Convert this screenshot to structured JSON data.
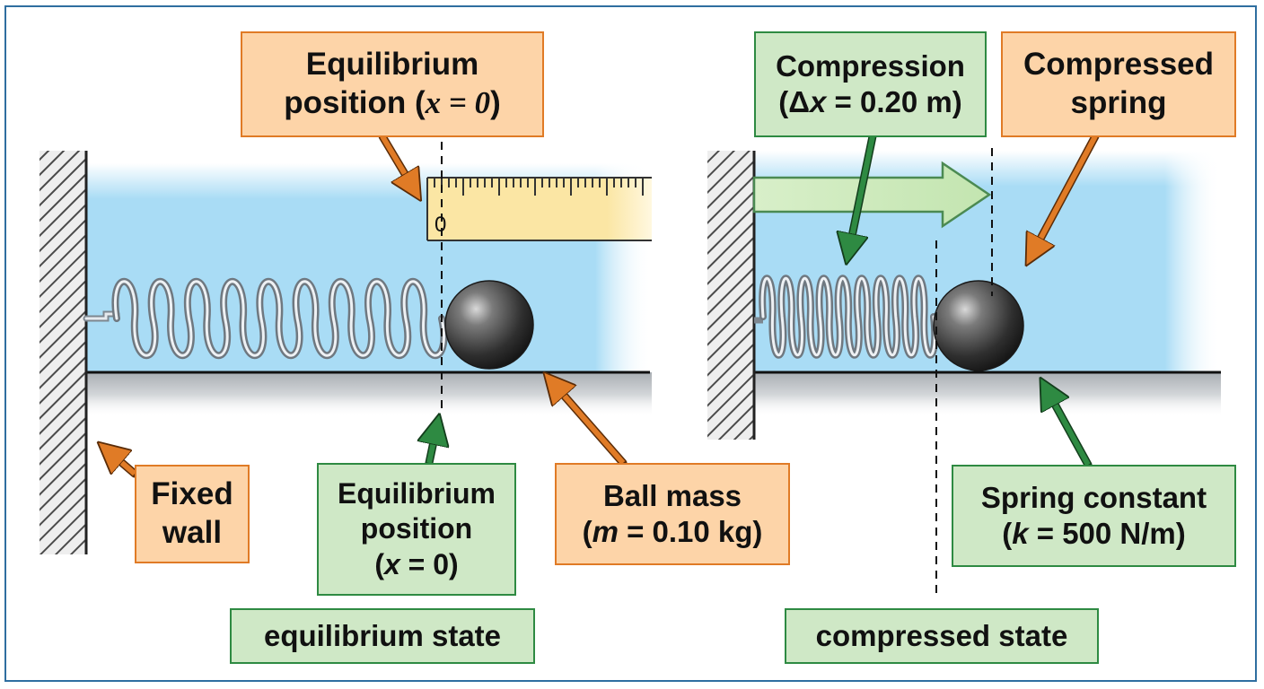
{
  "colors": {
    "water": "#a9dcf5",
    "floor": "#c8ccd0",
    "orange_box": "#fdd4a8",
    "orange_border": "#e07b26",
    "green_box": "#cfe8c6",
    "green_border": "#2e8a42",
    "frame": "#2f6ea0"
  },
  "labels": {
    "eq_top": {
      "line1": "Equilibrium",
      "line2": "position (",
      "math": "x = 0",
      "line2_end": ")"
    },
    "compression": {
      "line1": "Compression",
      "line2": "(Δ",
      "var": "x",
      "line2_end": " = 0.20 m)"
    },
    "compressed_spring": {
      "line1": "Compressed",
      "line2": "spring"
    },
    "fixed_wall": {
      "line1": "Fixed",
      "line2": "wall"
    },
    "eq_bottom": {
      "line1": "Equilibrium",
      "line2": "position",
      "line3_open": "(",
      "var": "x",
      "line3_end": " = 0)"
    },
    "ball_mass": {
      "line1": "Ball mass",
      "line2_open": "(",
      "var": "m",
      "line2_end": " = 0.10 kg)"
    },
    "spring_constant": {
      "line1": "Spring constant",
      "line2_open": "(",
      "var": "k",
      "line2_end": " = 500 N/m)"
    },
    "equilibrium_state": "equilibrium state",
    "compressed_state": "compressed state"
  },
  "ruler": {
    "zero_label": "0"
  },
  "icons": [
    "fixed-wall-hatch-icon",
    "spring-coil-icon",
    "steel-ball-icon",
    "ruler-icon",
    "direction-arrow-icon"
  ]
}
